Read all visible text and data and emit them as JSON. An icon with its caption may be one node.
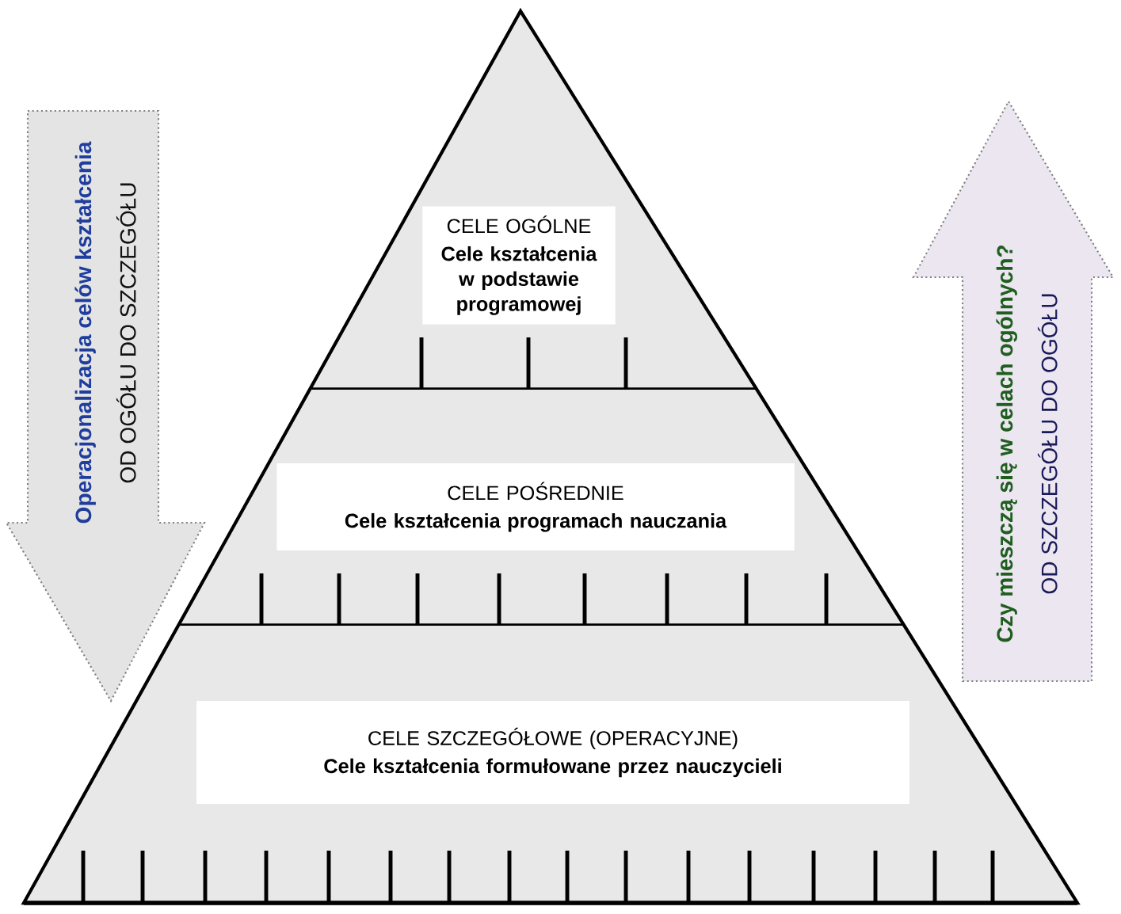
{
  "diagram": {
    "nodes": [
      {
        "text": [
          "CELE OGÓLNE",
          "Cele kształcenia w podstawie programowej"
        ]
      },
      {
        "text": [
          "CELE POŚREDNIE",
          "Cele kształcenia programach nauczania"
        ]
      },
      {
        "text": [
          "CELE SZCZEGÓŁOWE (OPERACYJNE)",
          "Cele kształcenia formułowane przez nauczycieli"
        ]
      },
      {
        "text": [
          "Operacjonalizacja celów kształcenia",
          "OD OGÓŁU DO SZCZEGÓŁU"
        ]
      },
      {
        "text": [
          "Czy mieszczą się w celach ogólnych?",
          "OD SZCZEGÓŁU DO OGÓŁU"
        ]
      }
    ]
  }
}
